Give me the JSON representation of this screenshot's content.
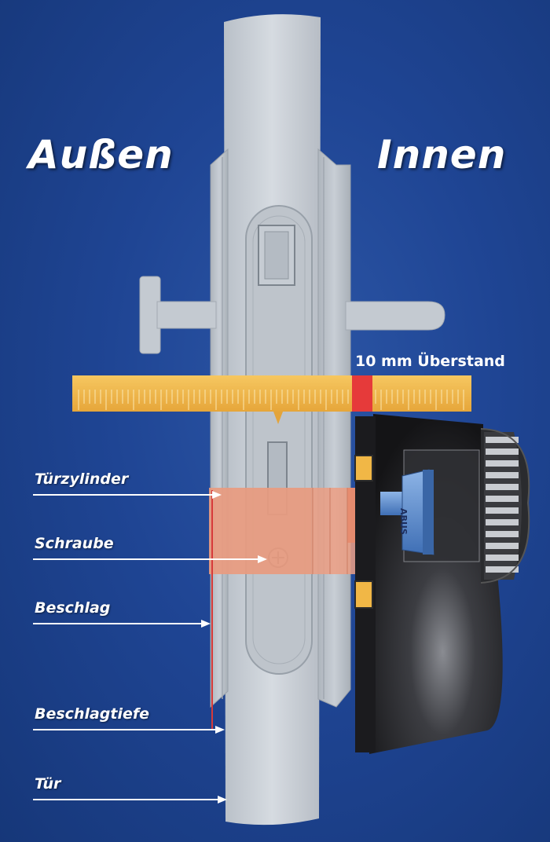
{
  "headings": {
    "outside": "Außen",
    "inside": "Innen"
  },
  "overhang_caption": "10 mm Überstand",
  "callouts": {
    "cylinder": "Türzylinder",
    "screw": "Schraube",
    "fitting": "Beschlag",
    "fitting_depth": "Beschlagtiefe",
    "door": "Tür"
  },
  "key_brand": "ABUS",
  "colors": {
    "background": "#1f4594",
    "door": "#c9cfd6",
    "ruler": "#f0b64a",
    "ruler_overhang": "#e23b3b",
    "cylinder": "#e9a183",
    "knob": "#1c1c1e",
    "key": "#5d8fd0"
  }
}
